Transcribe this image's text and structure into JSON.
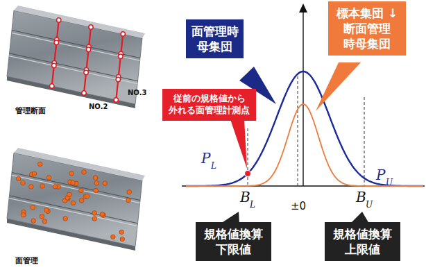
{
  "diagram": {
    "nodes": [
      {
        "text": [
          "面管理時 母集団"
        ]
      },
      {
        "text": [
          "標本集団 ↓ 断面管理 時母集団"
        ]
      },
      {
        "text": [
          "従前の規格値から 外れる面管理計測点"
        ]
      },
      {
        "text": [
          "規格値換算 下限値"
        ]
      },
      {
        "text": [
          "規格値換算 上限値"
        ]
      }
    ],
    "labels": [
      "管理断面",
      "NO.3",
      "NO.2",
      "面管理",
      "P",
      "L",
      "P",
      "U",
      "B",
      "L",
      "B",
      "U",
      "±0"
    ]
  }
}
